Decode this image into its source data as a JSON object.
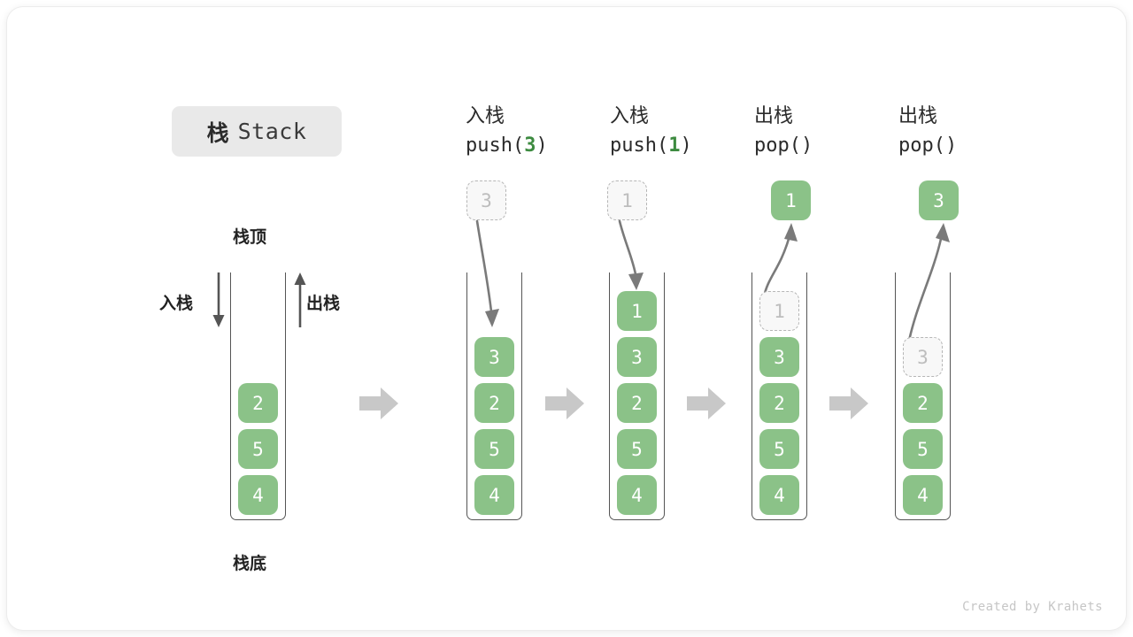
{
  "title": {
    "cn": "栈",
    "en": "Stack"
  },
  "labels": {
    "stack_top": "栈顶",
    "stack_bottom": "栈底",
    "push_side": "入栈",
    "pop_side": "出栈"
  },
  "colors": {
    "cell_fill": "#8bc288",
    "cell_text": "#ffffff",
    "ghost_fill": "#f8f8f8",
    "ghost_border": "#b6b6b6",
    "ghost_text": "#bdbdbd",
    "accent_green": "#3d8b40",
    "container_stroke": "#555555",
    "step_arrow": "#c8c8c8",
    "badge_bg": "#e9e9e9",
    "footer_text": "#c6c6c6"
  },
  "columns": [
    {
      "id": "initial",
      "head_cn": "",
      "head_code": "",
      "code_prefix": "",
      "code_arg": "",
      "code_suffix": "",
      "stack": [
        "2",
        "5",
        "4"
      ],
      "ghost_in_stack": null,
      "floating": null
    },
    {
      "id": "push-3",
      "head_cn": "入栈",
      "code_prefix": "push(",
      "code_arg": "3",
      "code_suffix": ")",
      "stack": [
        "3",
        "2",
        "5",
        "4"
      ],
      "ghost_in_stack": null,
      "floating": {
        "value": "3",
        "style": "ghost"
      }
    },
    {
      "id": "push-1",
      "head_cn": "入栈",
      "code_prefix": "push(",
      "code_arg": "1",
      "code_suffix": ")",
      "stack": [
        "1",
        "3",
        "2",
        "5",
        "4"
      ],
      "ghost_in_stack": null,
      "floating": {
        "value": "1",
        "style": "ghost"
      }
    },
    {
      "id": "pop-1",
      "head_cn": "出栈",
      "code_prefix": "pop(",
      "code_arg": "",
      "code_suffix": ")",
      "stack": [
        "3",
        "2",
        "5",
        "4"
      ],
      "ghost_in_stack": "1",
      "floating": {
        "value": "1",
        "style": "filled"
      }
    },
    {
      "id": "pop-3",
      "head_cn": "出栈",
      "code_prefix": "pop(",
      "code_arg": "",
      "code_suffix": ")",
      "stack": [
        "2",
        "5",
        "4"
      ],
      "ghost_in_stack": "3",
      "floating": {
        "value": "3",
        "style": "filled"
      }
    }
  ],
  "footer": "Created by Krahets"
}
